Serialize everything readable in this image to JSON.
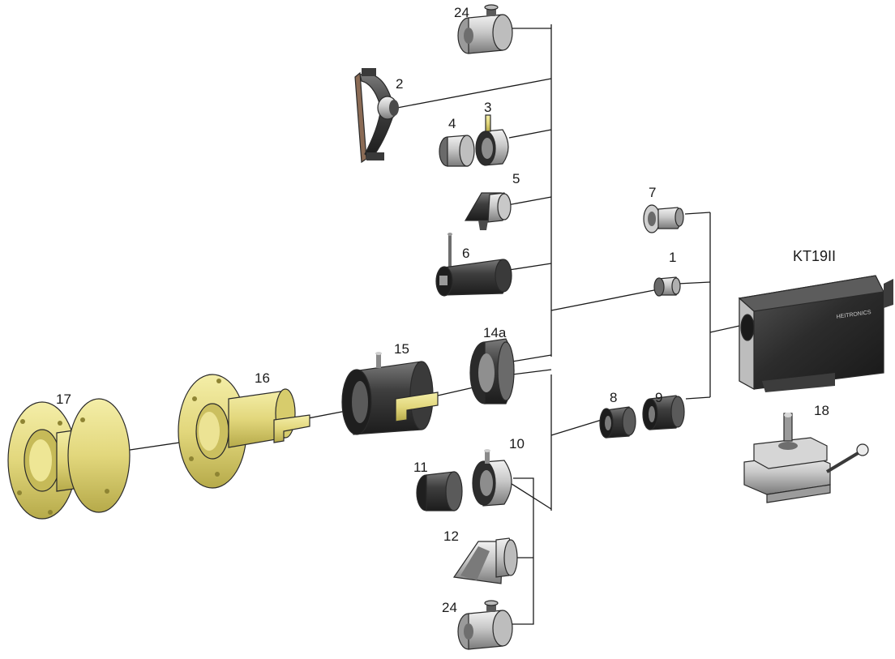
{
  "labels": {
    "p24_top": "24",
    "p2": "2",
    "p4": "4",
    "p3": "3",
    "p5": "5",
    "p6": "6",
    "p7": "7",
    "p1": "1",
    "kt19": "KT19II",
    "p14a": "14a",
    "p15": "15",
    "p16": "16",
    "p17": "17",
    "p8": "8",
    "p9": "9",
    "p10": "10",
    "p11": "11",
    "p12": "12",
    "p18": "18",
    "p24_bottom": "24",
    "brand": "HEITRONICS"
  },
  "colors": {
    "brass": "#e6dc86",
    "brass_dark": "#b9ad4c",
    "metal_light": "#d9d9d9",
    "metal_mid": "#9c9c9c",
    "metal_dark": "#3c3c3c",
    "black_body": "#262626"
  }
}
